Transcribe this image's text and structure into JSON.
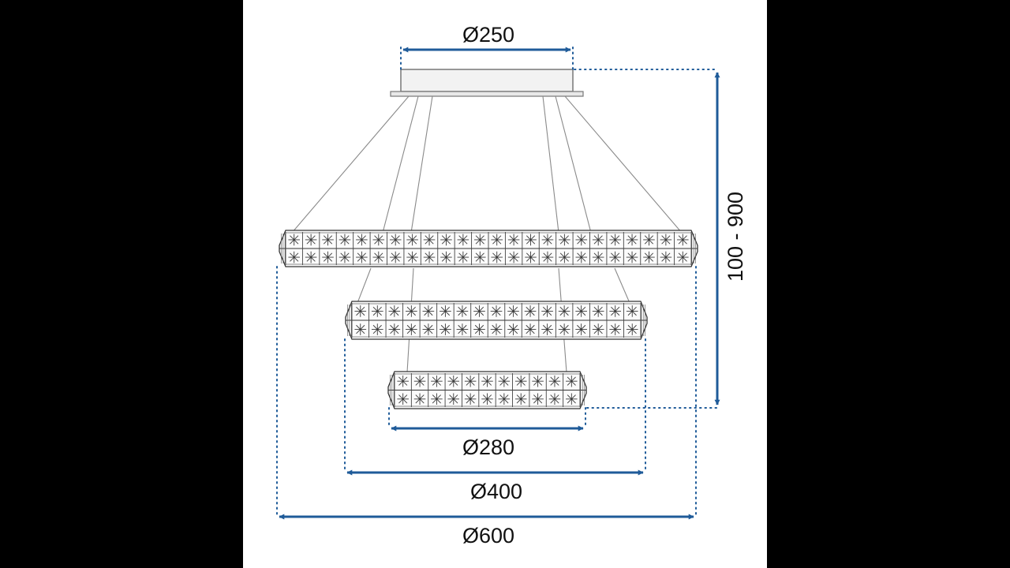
{
  "colors": {
    "background": "#000000",
    "sheet": "#ffffff",
    "dimension_line": "#1f5b99",
    "drawing_line": "#6e6e6e",
    "text": "#111111"
  },
  "dimensions": {
    "canopy_diameter": "Ø250",
    "small_ring_diameter": "Ø280",
    "medium_ring_diameter": "Ø400",
    "large_ring_diameter": "Ø600",
    "height_range": "100 - 900"
  }
}
